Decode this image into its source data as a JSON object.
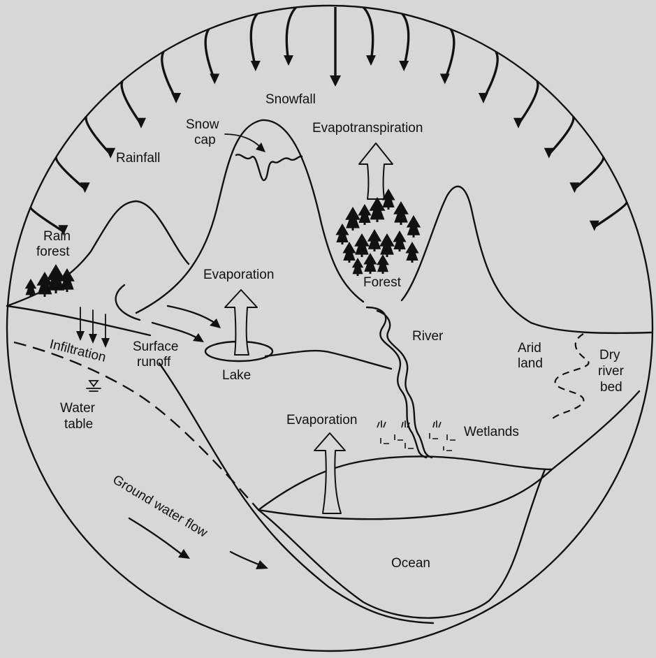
{
  "labels": {
    "snowfall": "Snowfall",
    "snow_cap_1": "Snow",
    "snow_cap_2": "cap",
    "evapotranspiration": "Evapotranspiration",
    "rainfall": "Rainfall",
    "rain_forest_1": "Rain",
    "rain_forest_2": "forest",
    "evaporation_lake": "Evaporation",
    "forest": "Forest",
    "river": "River",
    "arid_land_1": "Arid",
    "arid_land_2": "land",
    "dry_river_bed_1": "Dry",
    "dry_river_bed_2": "river",
    "dry_river_bed_3": "bed",
    "infiltration": "Infiltration",
    "surface_runoff_1": "Surface",
    "surface_runoff_2": "runoff",
    "lake": "Lake",
    "water_table_1": "Water",
    "water_table_2": "table",
    "evaporation_ocean": "Evaporation",
    "wetlands": "Wetlands",
    "ground_water_flow": "Ground water flow",
    "ocean": "Ocean"
  },
  "colors": {
    "background": "#d7d7d7",
    "ink": "#111111"
  }
}
